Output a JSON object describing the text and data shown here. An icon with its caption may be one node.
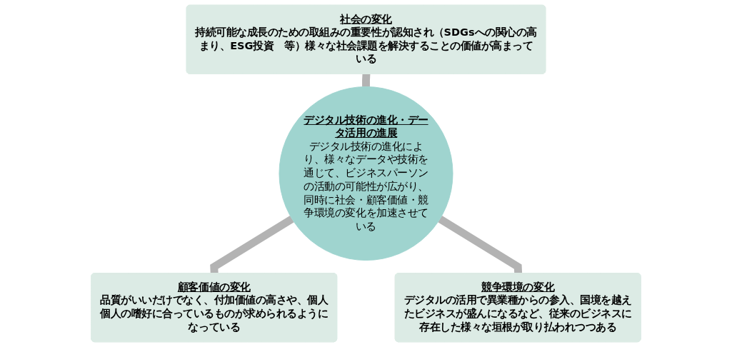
{
  "diagram": {
    "nodes": [
      {
        "text": [
          "社会の変化",
          "持続可能な成長のための取組みの重要性が認知され（SDGsへの関心の高まり、ESG投資　等）様々な社会課題を解決することの価値が高まっている"
        ]
      },
      {
        "text": [
          "デジタル技術の進化・データ活用の進展",
          "デジタル技術の進化により、様々なデータや技術を通じて、ビジネスパーソンの活動の可能性が広がり、同時に社会・顧客価値・競争環境の変化を加速させている"
        ]
      },
      {
        "text": [
          "顧客価値の変化",
          "品質がいいだけでなく、付加価値の高さや、個人個人の嗜好に合っているものが求められるようになっている"
        ]
      },
      {
        "text": [
          "競争環境の変化",
          "デジタルの活用で異業種からの参入、国境を越えたビジネスが盛んになるなど、従来のビジネスに存在した様々な垣根が取り払われつつある"
        ]
      }
    ],
    "edges": [
      {
        "from": 0,
        "to": 1,
        "arrow": "none"
      },
      {
        "from": 1,
        "to": 2,
        "arrow": "none"
      },
      {
        "from": 1,
        "to": 3,
        "arrow": "none"
      }
    ]
  }
}
